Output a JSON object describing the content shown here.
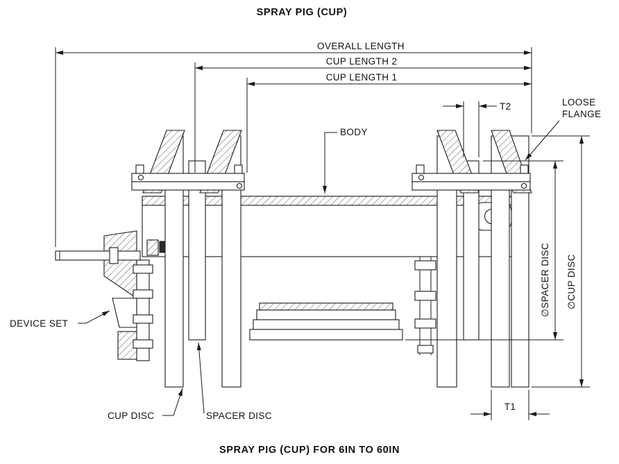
{
  "title": "SPRAY PIG (CUP)",
  "caption": "SPRAY PIG (CUP) FOR 6IN TO 60IN",
  "dimensions": {
    "overall_length": "OVERALL LENGTH",
    "cup_length_2": "CUP LENGTH 2",
    "cup_length_1": "CUP LENGTH 1",
    "t2": "T2",
    "t1": "T1",
    "dia_spacer_disc": "∅SPACER DISC",
    "dia_cup_disc": "∅CUP DISC"
  },
  "callouts": {
    "body": "BODY",
    "loose_flange_line1": "LOOSE",
    "loose_flange_line2": "FLANGE",
    "device_set": "DEVICE SET",
    "cup_disc": "CUP DISC",
    "spacer_disc": "SPACER DISC"
  },
  "colors": {
    "ink": "#1a1a1a",
    "background": "#ffffff"
  }
}
